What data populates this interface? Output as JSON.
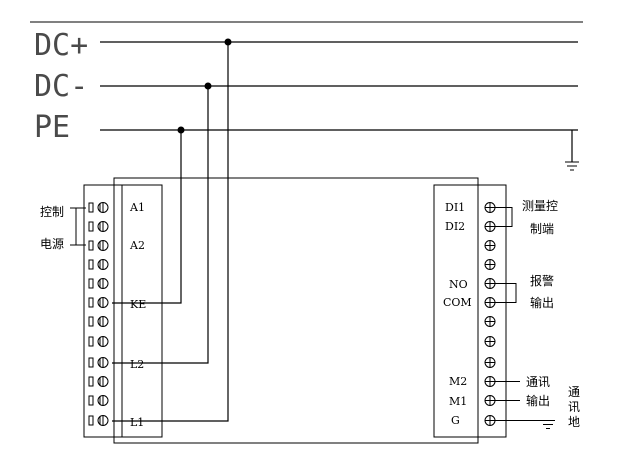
{
  "bus": [
    {
      "label": "DC+"
    },
    {
      "label": "DC-"
    },
    {
      "label": "PE"
    }
  ],
  "left_terminals": {
    "labels": [
      {
        "label": "A1"
      },
      {
        "label": "A2"
      },
      {
        "label": "KE"
      },
      {
        "label": "L2"
      },
      {
        "label": "L1"
      }
    ]
  },
  "right_terminals": {
    "labels": [
      {
        "label": "DI1"
      },
      {
        "label": "DI2"
      },
      {
        "label": "NO"
      },
      {
        "label": "COM"
      },
      {
        "label": "M2"
      },
      {
        "label": "M1"
      },
      {
        "label": "G"
      }
    ]
  },
  "notes": {
    "control_power_1": "控制",
    "control_power_2": "电源",
    "measure_ctrl_1": "测量控",
    "measure_ctrl_2": "制端",
    "alarm_1": "报警",
    "alarm_2": "输出",
    "comm_out_1": "通讯",
    "comm_out_2": "输出",
    "comm_gnd_1": "通",
    "comm_gnd_2": "讯",
    "comm_gnd_3": "地"
  }
}
